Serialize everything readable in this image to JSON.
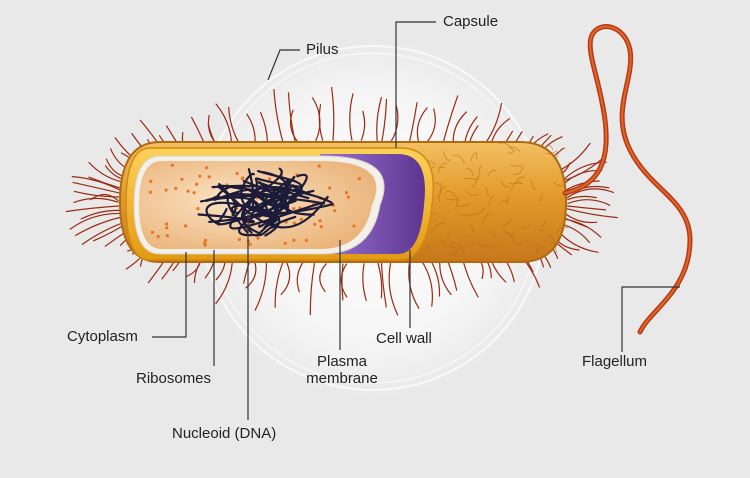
{
  "diagram": {
    "labels": {
      "capsule": "Capsule",
      "pilus": "Pilus",
      "cytoplasm": "Cytoplasm",
      "ribosomes": "Ribosomes",
      "nucleoid": "Nucleoid (DNA)",
      "plasma_membrane_line1": "Plasma",
      "plasma_membrane_line2": "membrane",
      "cell_wall": "Cell wall",
      "flagellum": "Flagellum"
    },
    "colors": {
      "background": "#e9e9e9",
      "capsule_fill": "#e39a2a",
      "capsule_edge": "#b06a12",
      "cell_wall": "#f5b01e",
      "plasma_membrane": "#7a4fb0",
      "cytoplasm": "#f4d0a4",
      "ribosome": "#e8742a",
      "dna": "#1c1c3a",
      "pili": "#9a2a12",
      "flagellum": "#c5481a",
      "leader_line": "#333333"
    }
  }
}
